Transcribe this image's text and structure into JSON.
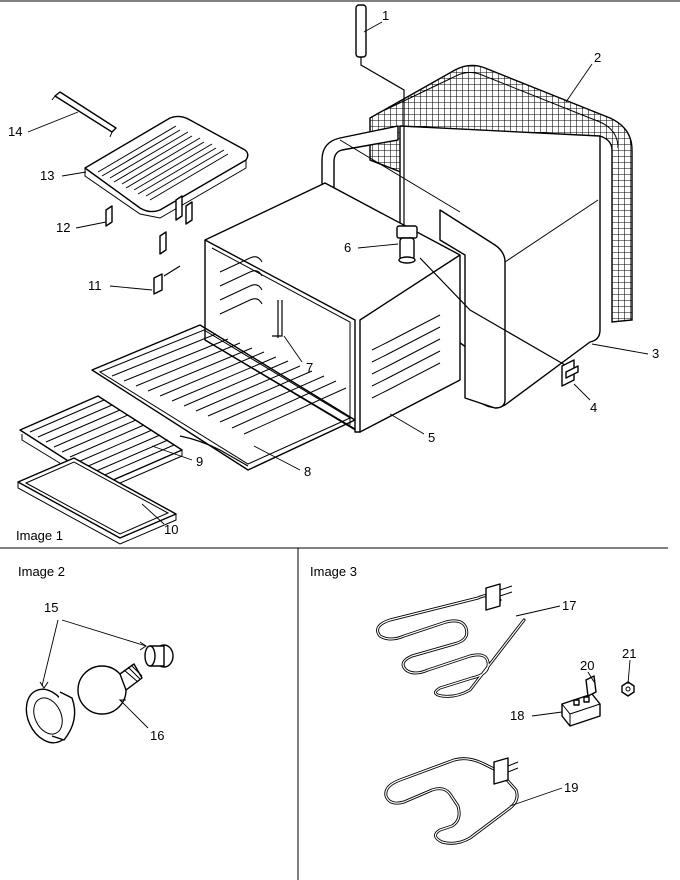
{
  "panels": [
    {
      "label": "Image 1"
    },
    {
      "label": "Image 2"
    },
    {
      "label": "Image 3"
    }
  ],
  "callouts": [
    "1",
    "2",
    "3",
    "4",
    "5",
    "6",
    "7",
    "8",
    "9",
    "10",
    "11",
    "12",
    "13",
    "14",
    "15",
    "16",
    "17",
    "18",
    "19",
    "20",
    "21"
  ]
}
